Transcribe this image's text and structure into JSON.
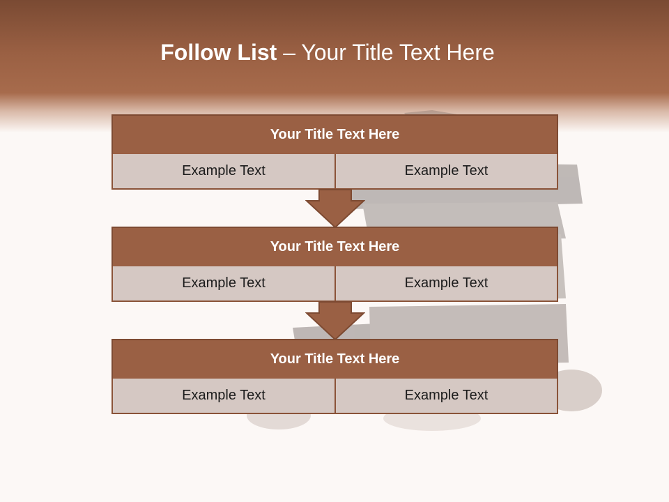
{
  "slide": {
    "title_bold": "Follow List",
    "title_rest": " – Your Title Text Here"
  },
  "stages": [
    {
      "title": "Your Title Text Here",
      "left": "Example Text",
      "right": "Example Text"
    },
    {
      "title": "Your Title Text Here",
      "left": "Example Text",
      "right": "Example Text"
    },
    {
      "title": "Your Title Text Here",
      "left": "Example Text",
      "right": "Example Text"
    }
  ],
  "colors": {
    "header_brown": "#9a6043",
    "box_fill": "#9a6044",
    "box_border": "#7d4a32",
    "cell_fill": "#d5c8c3",
    "background": "#fcf8f6"
  }
}
